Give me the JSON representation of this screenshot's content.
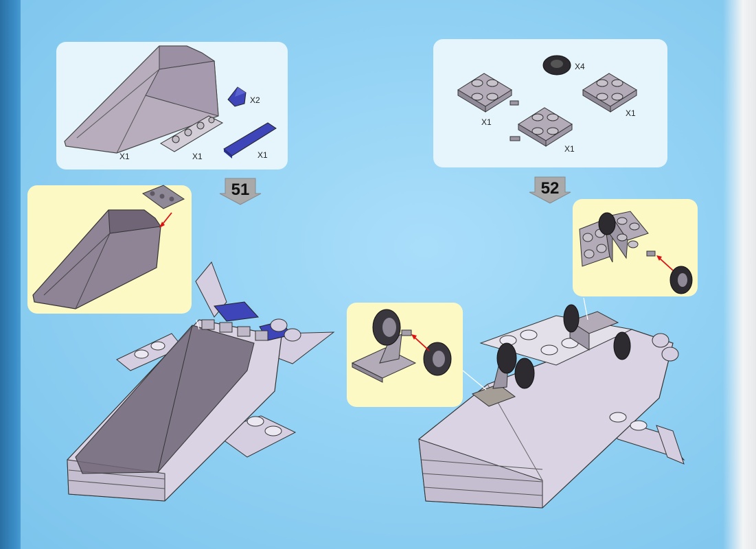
{
  "steps": [
    {
      "number": "51",
      "parts": [
        {
          "name": "transparent wedge windscreen",
          "qty": "X1"
        },
        {
          "name": "grey hinge plate",
          "qty": "X1"
        },
        {
          "name": "blue 1x1 slope",
          "qty": "X2"
        },
        {
          "name": "blue 1x4 tile",
          "qty": "X1"
        }
      ]
    },
    {
      "number": "52",
      "parts": [
        {
          "name": "black wheel",
          "qty": "X4"
        },
        {
          "name": "grey 2x2 plate with axle",
          "qty": "X1"
        },
        {
          "name": "grey 2x2 plate",
          "qty": "X1"
        },
        {
          "name": "grey 2x2 plate with axle",
          "qty": "X1"
        }
      ]
    }
  ],
  "colors": {
    "page_blue": "#8fd0f3",
    "parts_panel": "#e6f5fb",
    "callout_yellow": "#fdf9c5",
    "brick_grey": "#c9c3cf",
    "brick_blue": "#3d45b8",
    "arrow_red": "#d11"
  }
}
